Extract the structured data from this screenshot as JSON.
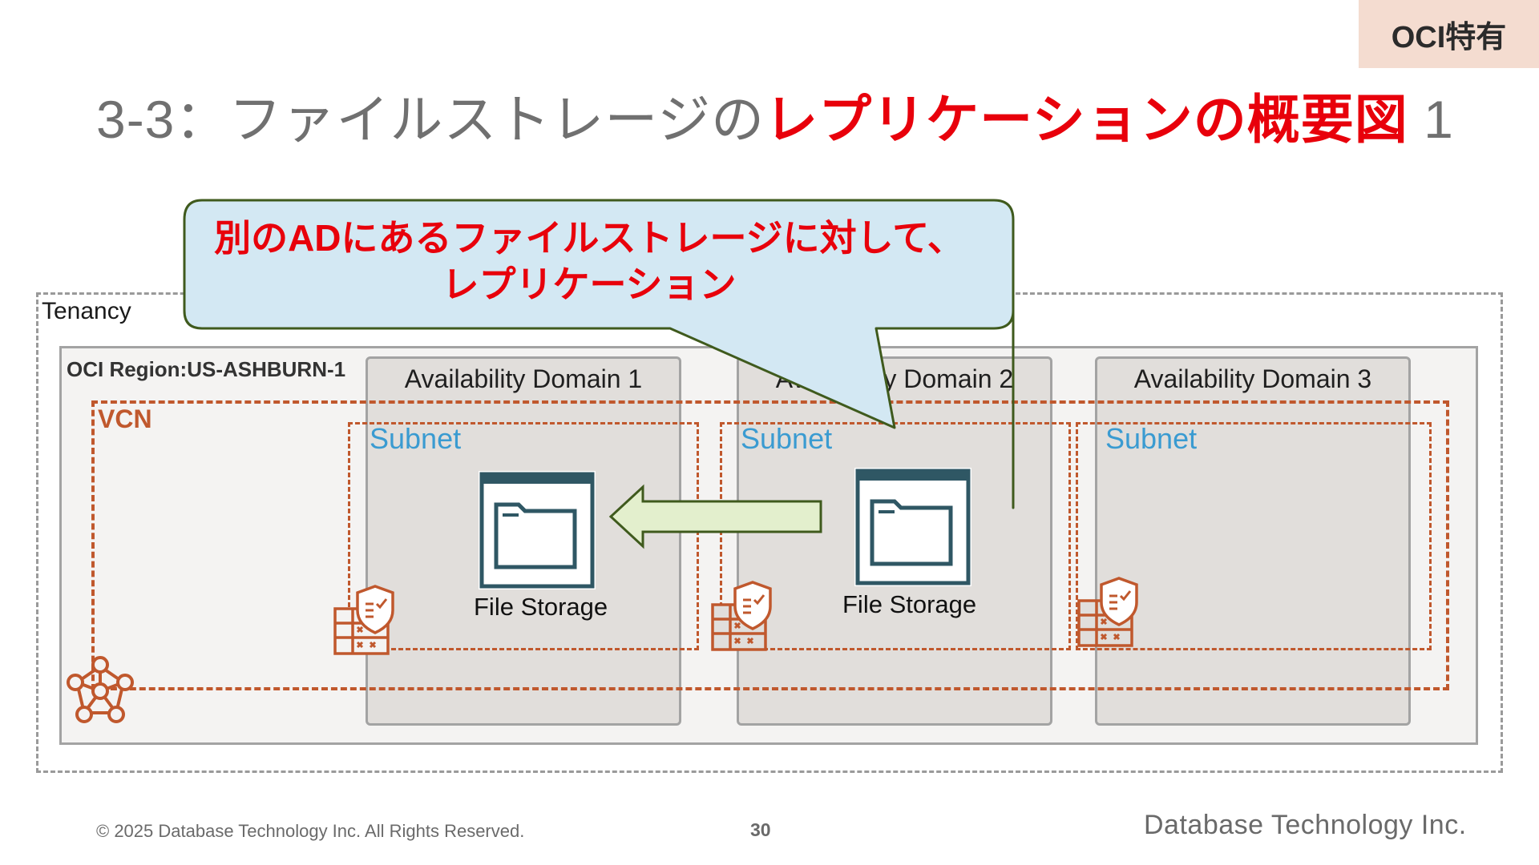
{
  "badge": "OCI特有",
  "title": {
    "prefix": "3-3：ファイルストレージの",
    "highlight": "レプリケーションの概要図",
    "suffix": " 1"
  },
  "callout": {
    "line1": "別のADにあるファイルストレージに対して、",
    "line2": "レプリケーション"
  },
  "diagram": {
    "tenancy_label": "Tenancy",
    "region_label": "OCI Region:US-ASHBURN-1",
    "vcn_label": "VCN",
    "availability_domains": [
      "Availability Domain 1",
      "Availability Domain 2",
      "Availability Domain 3"
    ],
    "subnet_label": "Subnet",
    "file_storage_label": "File Storage"
  },
  "colors": {
    "accent_red": "#e8000b",
    "vcn_orange": "#c0582d",
    "subnet_blue": "#3a9bd1",
    "callout_fill": "#d3e8f3",
    "arrow_fill": "#e3efcd"
  },
  "footer": {
    "copyright": "© 2025 Database Technology Inc. All Rights Reserved.",
    "page": "30",
    "company": "Database Technology Inc."
  }
}
